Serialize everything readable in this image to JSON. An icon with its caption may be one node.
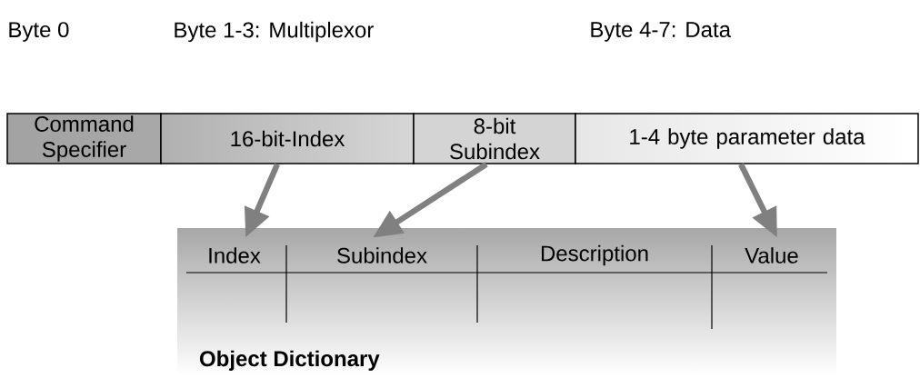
{
  "diagram": {
    "nodes": [
      {
        "text": [
          "Command Specifier"
        ]
      },
      {
        "text": [
          "16-bit-Index"
        ]
      },
      {
        "text": [
          "8-bit Subindex"
        ]
      },
      {
        "text": [
          "1-4 byte parameter data"
        ]
      },
      {
        "text": [
          "Object Dictionary"
        ]
      },
      {
        "text": [
          "Index"
        ],
        "in": 4
      },
      {
        "text": [
          "Subindex"
        ],
        "in": 4
      },
      {
        "text": [
          "Description"
        ],
        "in": 4
      },
      {
        "text": [
          "Value"
        ],
        "in": 4
      }
    ],
    "edges": [
      {
        "from": 1,
        "to": 5,
        "arrow": "to"
      },
      {
        "from": 2,
        "to": 6,
        "arrow": "to"
      },
      {
        "from": 3,
        "to": 8,
        "arrow": "to"
      }
    ],
    "labels": [
      "Byte 0",
      "Byte 1-3: Multiplexor",
      "Byte 4-7: Data"
    ]
  }
}
